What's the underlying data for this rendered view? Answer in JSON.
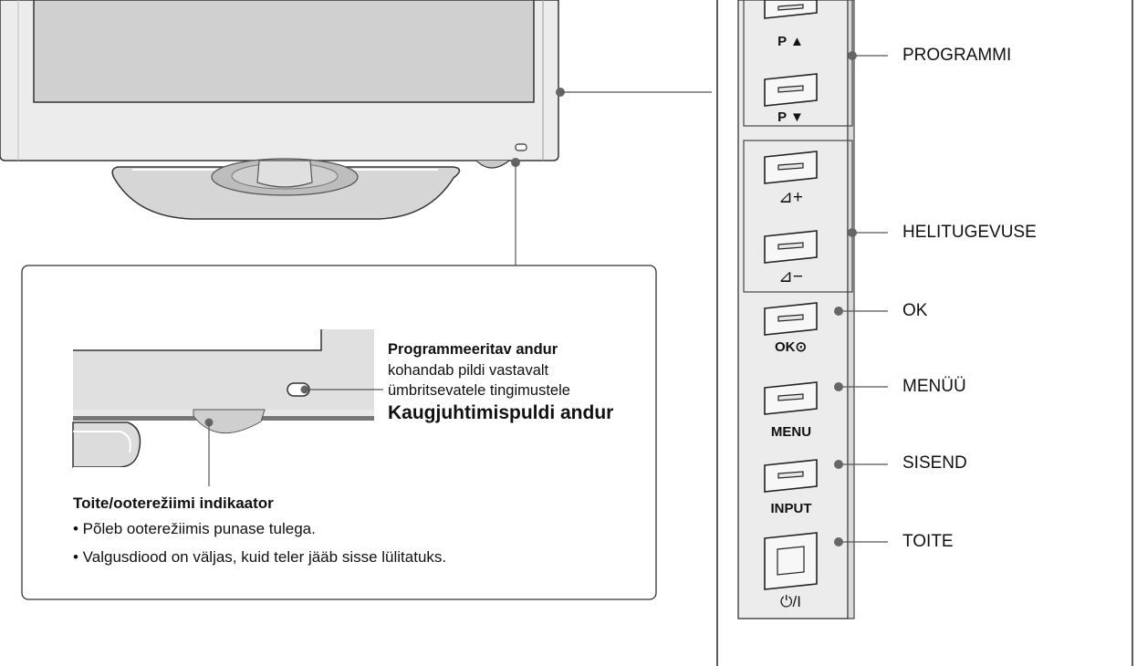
{
  "side_panel": {
    "buttons": [
      {
        "label": "P ▲"
      },
      {
        "label": "P ▼"
      },
      {
        "label": "⊿+"
      },
      {
        "label": "⊿−"
      },
      {
        "label": "OK⊙"
      },
      {
        "label": "MENU"
      },
      {
        "label": "INPUT"
      },
      {
        "label": "⏻/I"
      }
    ],
    "callouts": {
      "programmi": "PROGRAMMI",
      "helitugevuse": "HELITUGEVUSE",
      "ok": "OK",
      "menuu": "MENÜÜ",
      "sisend": "SISEND",
      "toite": "TOITE"
    }
  },
  "detail": {
    "sensor_title": "Programmeeritav andur",
    "sensor_desc_1": "kohandab pildi vastavalt",
    "sensor_desc_2": "ümbritsevatele tingimustele",
    "remote_sensor": "Kaugjuhtimispuldi andur",
    "indicator_title": "Toite/ooterežiimi indikaator",
    "indicator_items": [
      "• Põleb ooterežiimis punase tulega.",
      "• Valgusdiood on väljas, kuid teler jääb sisse lülitatuks."
    ]
  }
}
